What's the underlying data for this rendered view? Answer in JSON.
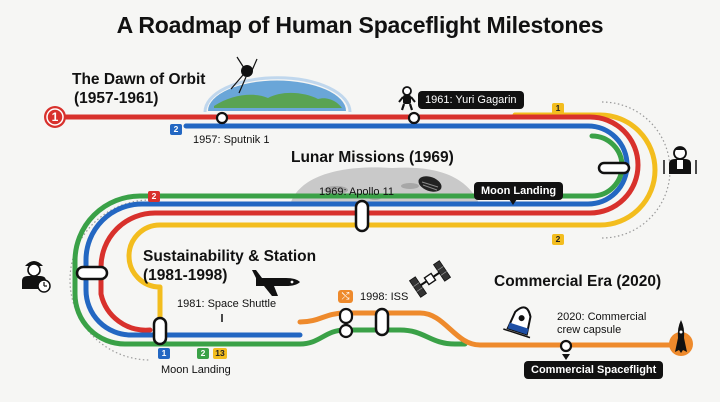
{
  "title": "A Roadmap of Human Spaceflight Milestones",
  "sections": {
    "dawn": "The Dawn of Orbit",
    "dawn_years": "(1957-1961)",
    "lunar": "Lunar Missions (1969)",
    "sustain": "Sustainability & Station",
    "sustain_years": "(1981-1998)",
    "commercial": "Commercial Era (2020)"
  },
  "stops": {
    "start": "1",
    "sputnik": "1957: Sputnik 1",
    "gagarin": "1961: Yuri Gagarin",
    "apollo": "1969: Apollo 11",
    "moon_landing": "Moon Landing",
    "shuttle": "1981: Space Shuttle",
    "iss": "1998: ISS",
    "commercial_l1": "2020: Commercial",
    "commercial_l2": "crew capsule",
    "commercial_spaceflight": "Commercial Spaceflight",
    "moon_landing_bottom": "Moon Landing"
  },
  "badges": {
    "b2_blue": "2",
    "b1_yellow": "1",
    "b2_yellow": "2",
    "b2_red": "2",
    "b1_blue": "1",
    "b2_green": "2",
    "b13": "13"
  },
  "colors": {
    "red": "#d8312c",
    "yellow": "#f3bd1e",
    "green": "#3aa147",
    "blue": "#2367c2",
    "orange": "#ee8a2c"
  },
  "icons": [
    "sputnik-icon",
    "astronaut-icon",
    "mission-control-icon",
    "moon-boot-icon",
    "engineer-icon",
    "space-shuttle-icon",
    "iss-icon",
    "crew-capsule-icon",
    "rocket-icon",
    "crossing-icon"
  ]
}
